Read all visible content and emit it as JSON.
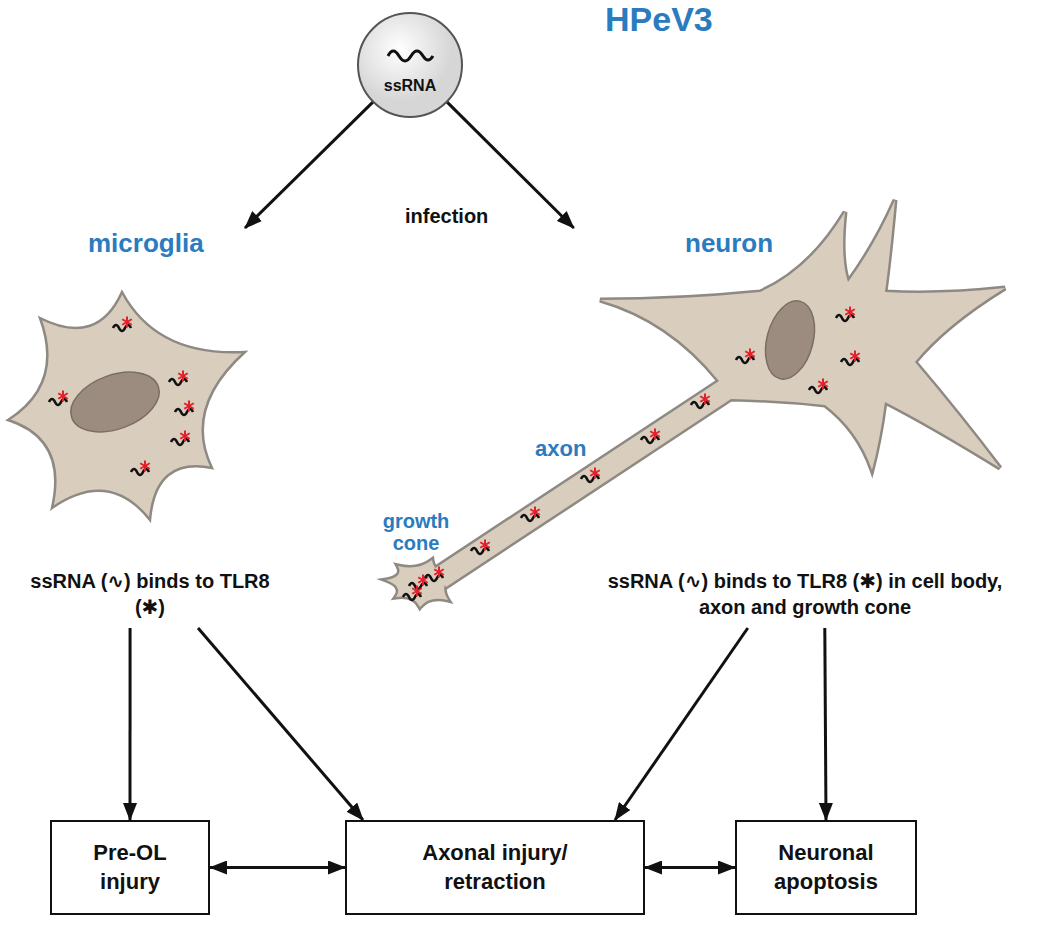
{
  "diagram": {
    "nodes": [
      {
        "text": [
          "HPeV3",
          "ssRNA"
        ]
      },
      {
        "text": [
          "microglia"
        ]
      },
      {
        "text": [
          "neuron"
        ]
      },
      {
        "text": [
          "ssRNA (∿) binds to TLR8 (✱)"
        ]
      },
      {
        "text": [
          "ssRNA (∿) binds to TLR8 (✱) in cell body, axon and growth cone"
        ]
      },
      {
        "text": [
          "Pre-OL injury"
        ]
      },
      {
        "text": [
          "Axonal injury/ retraction"
        ]
      },
      {
        "text": [
          "Neuronal apoptosis"
        ]
      }
    ],
    "edges": [
      {
        "from": 0,
        "to": 1,
        "arrow": "to"
      },
      {
        "from": 0,
        "to": 2,
        "arrow": "to"
      },
      {
        "from": 3,
        "to": 5,
        "arrow": "to"
      },
      {
        "from": 3,
        "to": 6,
        "arrow": "to"
      },
      {
        "from": 4,
        "to": 6,
        "arrow": "to"
      },
      {
        "from": 4,
        "to": 7,
        "arrow": "to"
      },
      {
        "from": 5,
        "to": 6,
        "arrow": "both"
      },
      {
        "from": 6,
        "to": 7,
        "arrow": "both"
      }
    ],
    "labels": [
      "infection",
      "axon",
      "growth cone"
    ]
  }
}
